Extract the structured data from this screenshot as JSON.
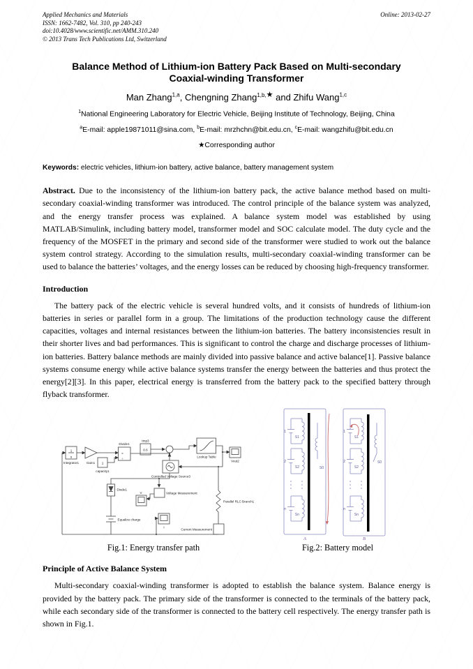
{
  "header": {
    "journal": "Applied Mechanics and Materials",
    "issn_line": "ISSN: 1662-7482, Vol. 310, pp 240-243",
    "doi_line": "doi:10.4028/www.scientific.net/AMM.310.240",
    "copyright_line": "© 2013 Trans Tech Publications Ltd, Switzerland",
    "online_date": "Online: 2013-02-27"
  },
  "title": {
    "line1": "Balance Method of Lithium-ion Battery Pack Based on Multi-secondary",
    "line2": "Coaxial-winding Transformer"
  },
  "authors": [
    {
      "name": "Man Zhang",
      "sup": "1,a",
      "sep": ", "
    },
    {
      "name": "Chengning Zhang",
      "sup": "1,b,",
      "star": "★",
      "sep": " and "
    },
    {
      "name": "Zhifu Wang",
      "sup": "1,c",
      "sep": ""
    }
  ],
  "affiliation": {
    "sup": "1",
    "text": "National Engineering Laboratory for Electric Vehicle, Beijing Institute of Technology, Beijing, China"
  },
  "emails": [
    {
      "sup": "a",
      "text": "E-mail: apple19871011@sina.com, "
    },
    {
      "sup": "b",
      "text": "E-mail: mrzhchn@bit.edu.cn, "
    },
    {
      "sup": "c",
      "text": "E-mail: wangzhifu@bit.edu.cn"
    }
  ],
  "corresponding": {
    "star": "★",
    "text": "Corresponding author"
  },
  "keywords": {
    "label": "Keywords:",
    "text": " electric vehicles, lithium-ion battery, active balance, battery management system"
  },
  "abstract": {
    "label": "Abstract.",
    "text": " Due to the inconsistency of the lithium-ion battery pack, the active balance method based on multi-secondary coaxial-winding transformer was introduced. The control principle of the balance system was analyzed, and the energy transfer process was explained. A balance system model was established by using MATLAB/Simulink, including battery model, transformer model and SOC calculate model. The duty cycle and the frequency of the MOSFET in the primary and second side of the transformer were studied to work out the balance system control strategy. According to the simulation results, multi-secondary coaxial-winding transformer can be used to balance the batteries’ voltages, and the energy losses can be reduced by choosing high-frequency transformer."
  },
  "sections": {
    "intro": {
      "heading": "Introduction",
      "body": "The battery pack of the electric vehicle is several hundred volts, and it consists of hundreds of lithium-ion batteries in series or parallel form in a group. The limitations of the production technology cause the different capacities, voltages and internal resistances between the lithium-ion batteries. The battery inconsistencies result in their shorter lives and bad performances. This is significant to control the charge and discharge processes of lithium-ion batteries. Battery balance methods are mainly divided into passive balance and active balance[1]. Passive balance systems consume energy while active balance systems transfer the energy between the batteries and thus protect the energy[2][3]. In this paper, electrical energy is transferred from the battery pack to the specified battery through flyback transformer."
    },
    "principle": {
      "heading": "Principle of Active Balance System",
      "body": "Multi-secondary coaxial-winding transformer is adopted to establish the balance system. Balance energy is provided by the battery pack. The primary side of the transformer is connected to the terminals of the battery pack, while each secondary side of the transformer is connected to the battery cell respectively. The energy transfer path is shown in Fig.1."
    }
  },
  "fig1": {
    "caption": "Fig.1: Energy transfer path",
    "blocks": {
      "integrator_num": "1",
      "integrator_den": "s",
      "integrator_label": "Integrator1",
      "gain_label": "Gain1",
      "divide_sym_x": "×",
      "divide_sym_div": "÷",
      "divide_label": "Divide1",
      "capacity_value": "1",
      "capacity_label": "capacity1",
      "tmp_value": "0.6",
      "tmp_label": "tmp3",
      "lookup_label": "Lookup Table",
      "vout_label": "Vout2",
      "cvs_label": "Controlled Voltage Source3",
      "vm_label": "Voltage Measurement",
      "v_scope_label": "V",
      "diode_label": "Diode1",
      "equalize_label": "Equalize charge",
      "i_scope_label": "I",
      "rlc_label": "Parallel RLC Branch1",
      "cm_label": "Current Measurement"
    }
  },
  "fig2": {
    "caption": "Fig.2: Battery model",
    "panel_a_label": "A",
    "panel_b_label": "B",
    "battery_labels": [
      "1",
      "2",
      "n"
    ],
    "switch_labels": [
      "S1",
      "S2",
      "Sn"
    ],
    "primary_label": "S0"
  }
}
